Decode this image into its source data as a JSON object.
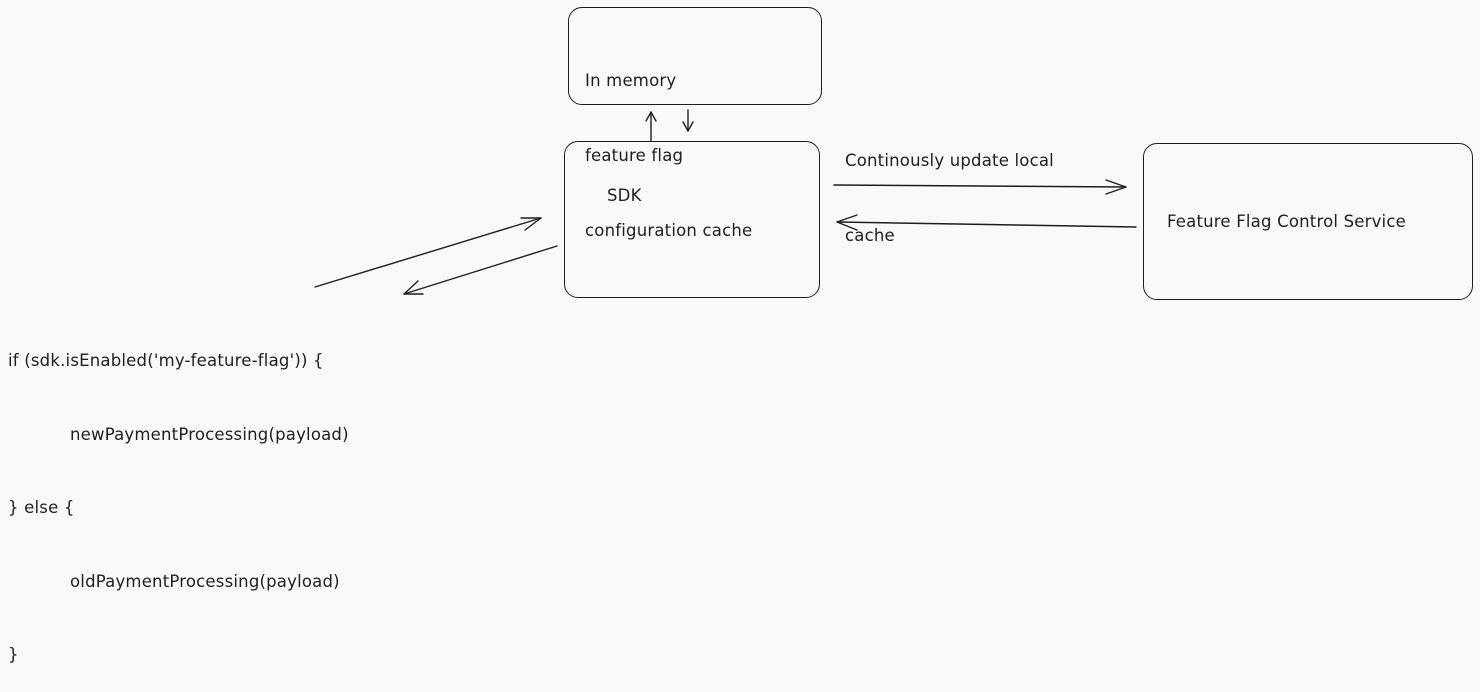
{
  "diagram": {
    "cache_box": {
      "lines": [
        "In memory",
        "feature flag",
        "configuration cache"
      ]
    },
    "sdk_box": {
      "label": "SDK"
    },
    "service_box": {
      "label": "Feature Flag Control Service"
    },
    "sync_annotation": {
      "lines": [
        "Continously update local",
        "cache"
      ]
    },
    "code_snippet": {
      "lines": [
        "if (sdk.isEnabled('my-feature-flag')) {",
        "newPaymentProcessing(payload)",
        "} else {",
        "oldPaymentProcessing(payload)",
        "}"
      ]
    }
  }
}
